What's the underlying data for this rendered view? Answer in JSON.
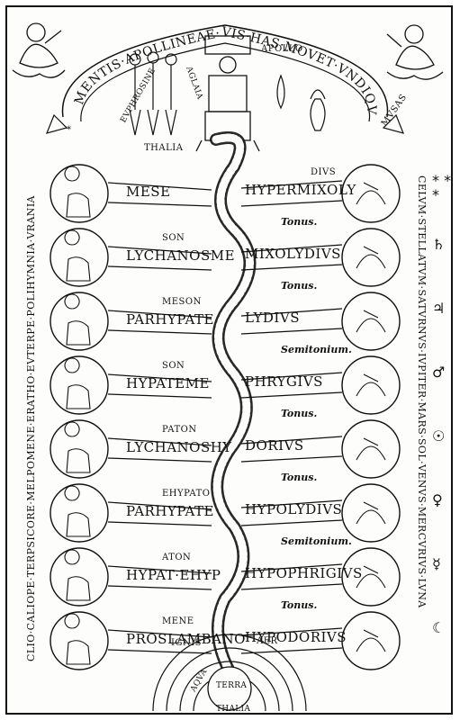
{
  "banner": {
    "text": "MENTIS·APOLLINEAE·VIS·HAS·MOVET·VNDIQVE",
    "left_end": "*",
    "right_end": "MVSAS"
  },
  "top": {
    "euphrosine": "EVPHROSINE",
    "aglaia": "AGLAIA",
    "apollo": "APOLLO",
    "thalia": "THALIA"
  },
  "left_column": "CLIO·CALIOPE·TERPSICORE·MELPOMENE·ERATHO·EVTERPE·POLIHYMNIA·VRANIA",
  "right_column": "CELVM·STELLATVM·SATVRNVS·IVPITER·MARS·SOL·VENVS·MERCVRIVS·LVNA",
  "rows": [
    {
      "prefix": "",
      "left": "MESE",
      "right_prefix": "DIVS",
      "right": "HYPERMIXOLY",
      "interval": "Tonus."
    },
    {
      "prefix": "SON",
      "left": "LYCHANOSME",
      "right_prefix": "",
      "right": "MIXOLYDIVS",
      "interval": "Tonus."
    },
    {
      "prefix": "MESON",
      "left": "PARHYPATE",
      "right_prefix": "",
      "right": "LYDIVS",
      "interval": "Semitonium."
    },
    {
      "prefix": "SON",
      "left": "HYPATEME",
      "right_prefix": "",
      "right": "PHRYGIVS",
      "interval": "Tonus."
    },
    {
      "prefix": "PATON",
      "left": "LYCHANOSHY",
      "right_prefix": "",
      "right": "DORIVS",
      "interval": "Tonus."
    },
    {
      "prefix": "EHYPATO",
      "left": "PARHYPATE",
      "right_prefix": "",
      "right": "HYPOLYDIVS",
      "interval": "Semitonium."
    },
    {
      "prefix": "ATON",
      "left": "HYPAT·EHYP",
      "right_prefix": "",
      "right": "HYPOPHRIGIVS",
      "interval": "Tonus."
    },
    {
      "prefix": "MENE",
      "left": "PROSLAMBANO",
      "right_prefix": "",
      "right": "HYPODORIVS",
      "interval": ""
    }
  ],
  "planet_symbols": [
    "* * *",
    "♄",
    "♃",
    "♂",
    "☉",
    "♀",
    "☿",
    "☾"
  ],
  "elements": {
    "ignis": "IGNIS",
    "aer": "AER",
    "aqua": "AQVA",
    "terra": "TERRA",
    "thalia_bottom": "THALIA"
  },
  "colors": {
    "ink": "#111111",
    "paper": "#fdfdfb"
  }
}
